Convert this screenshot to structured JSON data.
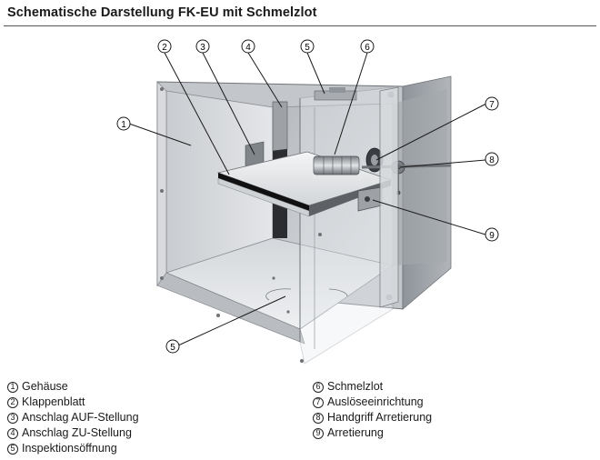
{
  "title": "Schematische Darstellung FK-EU mit Schmelzlot",
  "callouts": [
    "1",
    "2",
    "3",
    "4",
    "5",
    "6",
    "7",
    "8",
    "9"
  ],
  "legend_left": [
    {
      "num": "1",
      "label": "Gehäuse"
    },
    {
      "num": "2",
      "label": "Klappenblatt"
    },
    {
      "num": "3",
      "label": "Anschlag AUF-Stellung"
    },
    {
      "num": "4",
      "label": "Anschlag ZU-Stellung"
    },
    {
      "num": "5",
      "label": "Inspektionsöffnung"
    }
  ],
  "legend_right": [
    {
      "num": "6",
      "label": "Schmelzlot"
    },
    {
      "num": "7",
      "label": "Auslöseeinrichtung"
    },
    {
      "num": "8",
      "label": "Handgriff Arretierung"
    },
    {
      "num": "9",
      "label": "Arretierung"
    }
  ]
}
